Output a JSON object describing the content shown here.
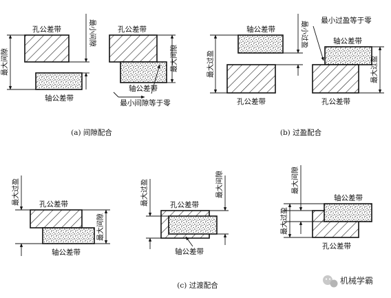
{
  "labels": {
    "hole_zone": "孔公差带",
    "shaft_zone": "轴公差带",
    "max_clearance": "最大间隙",
    "min_clearance": "最小间隙",
    "min_clearance_zero": "最小间隙等于零",
    "max_interference": "最大过盈",
    "min_interference": "最小过盈",
    "min_interference_zero": "最小过盈等于零"
  },
  "captions": {
    "a": "(a) 间隙配合",
    "b": "(b) 过盈配合",
    "c": "(c) 过渡配合"
  },
  "watermark": "机械学霸",
  "icons": {
    "watermark_logo": "wechat-logo-icon"
  }
}
